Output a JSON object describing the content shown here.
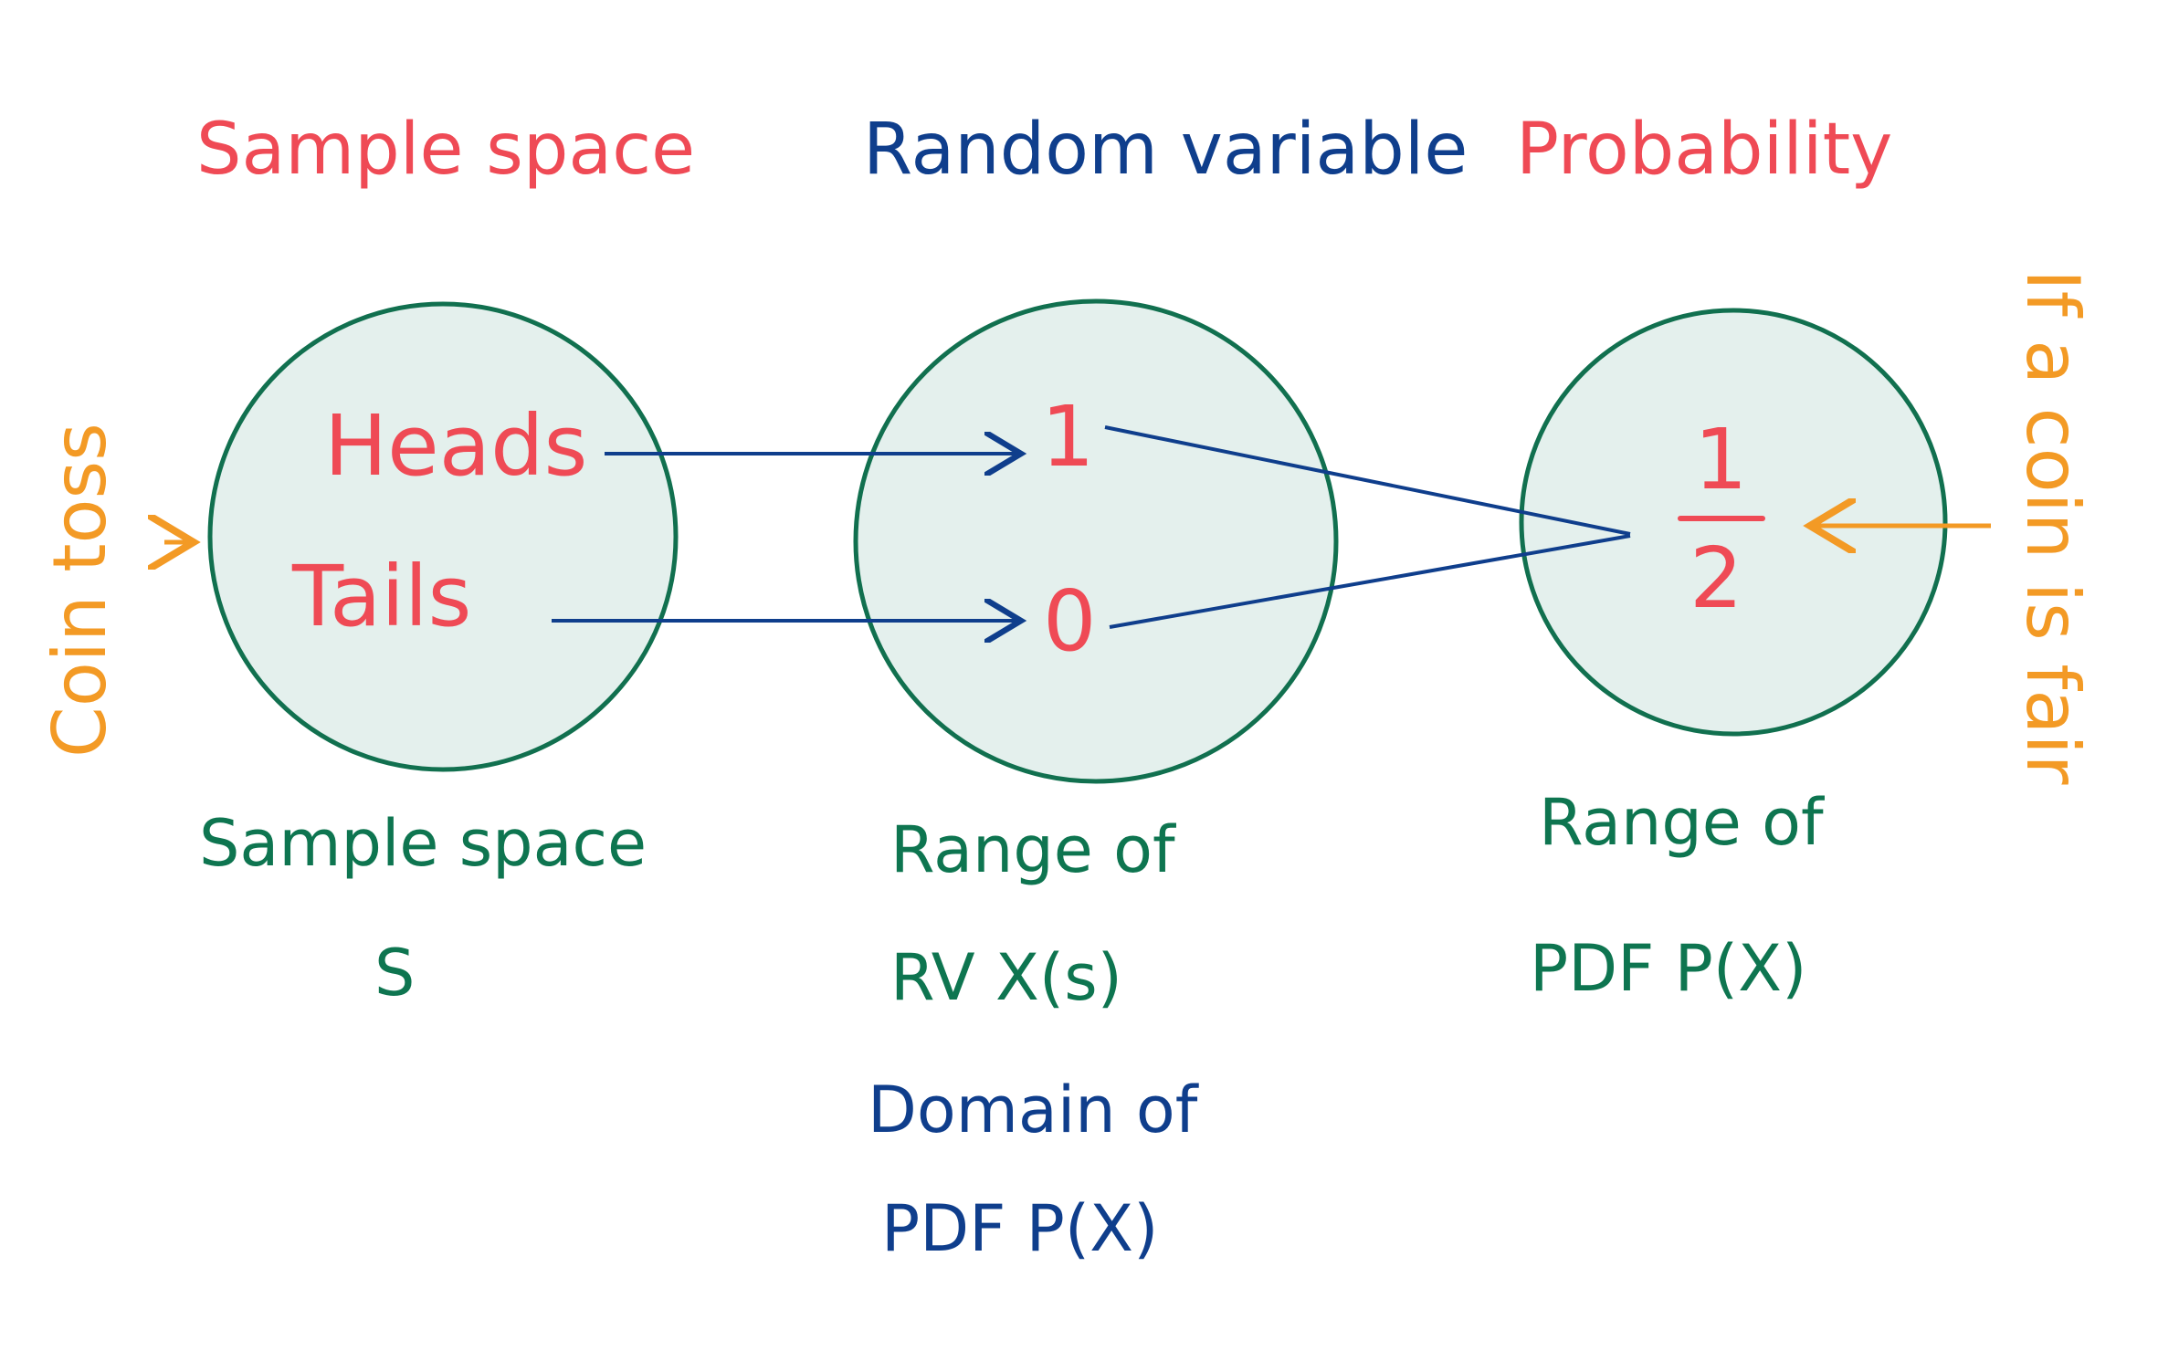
{
  "colors": {
    "red": "#ef4a55",
    "navy": "#0f3e8c",
    "green": "#0e7550",
    "orange": "#f39a25",
    "circle_fill": "#e4f0ed",
    "circle_stroke": "#11704f"
  },
  "headers": {
    "sample_space": "Sample space",
    "random_variable": "Random variable",
    "probability": "Probability"
  },
  "circle1": {
    "items": [
      "Heads",
      "Tails"
    ]
  },
  "circle2": {
    "items": [
      "1",
      "0"
    ]
  },
  "circle3": {
    "numerator": "1",
    "denominator": "2"
  },
  "labels": {
    "left_side": "Coin toss",
    "right_side": "If a coin is fair",
    "bottom1_line1": "Sample space",
    "bottom1_line2": "S",
    "bottom2_line1": "Range of",
    "bottom2_line2": "RV X(s)",
    "bottom2_line3": "Domain of",
    "bottom2_line4": "PDF P(X)",
    "bottom3_line1": "Range of",
    "bottom3_line2": "PDF P(X)"
  }
}
